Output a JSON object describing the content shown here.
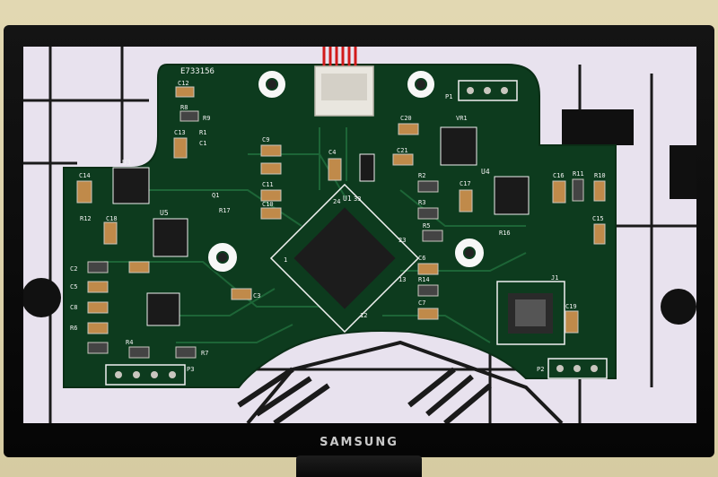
{
  "monitor": {
    "brand": "SAMSUNG"
  },
  "board": {
    "serial": "E733156",
    "chips": {
      "main_mcu": "U1",
      "upper_left": "U3",
      "right": "U4",
      "left_mid": "U5"
    },
    "labels": [
      "C12",
      "R8",
      "R9",
      "C13",
      "R1",
      "C1",
      "C14",
      "R12",
      "C18",
      "R17",
      "C9",
      "C4",
      "C20",
      "VR1",
      "C21",
      "R2",
      "R3",
      "R5",
      "C16",
      "R11",
      "R10",
      "C15",
      "R16",
      "C17",
      "C6",
      "R14",
      "C7",
      "J1",
      "C19",
      "P1",
      "P2",
      "P3",
      "C3",
      "R7",
      "C2",
      "C5",
      "C8",
      "R4",
      "R6",
      "C10",
      "C11",
      "24",
      "33",
      "12",
      "23",
      "13",
      "1",
      "Q1"
    ]
  },
  "colors": {
    "pcb": "#0d3b1e",
    "silk": "#f0f0f0",
    "pad": "#c9c6bf",
    "wire": "#d11a1a"
  }
}
